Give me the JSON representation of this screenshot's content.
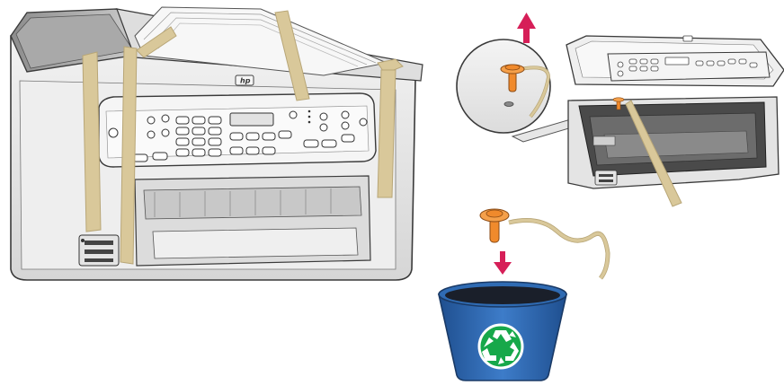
{
  "illustration": {
    "brand_logo": "hp",
    "colors": {
      "tape": "#d9c89a",
      "tape_edge": "#b8a677",
      "printer_body": "#e9e9e9",
      "printer_outline": "#3a3a3a",
      "pin_orange": "#f08a2c",
      "arrow_magenta": "#d61f58",
      "bin_blue": "#2f6bb3",
      "recycle_green": "#17a84a"
    },
    "icons": [
      "printer",
      "magnifier-callout",
      "up-arrow",
      "down-arrow",
      "shipping-pin",
      "recycle-bin",
      "recycle-symbol"
    ]
  }
}
